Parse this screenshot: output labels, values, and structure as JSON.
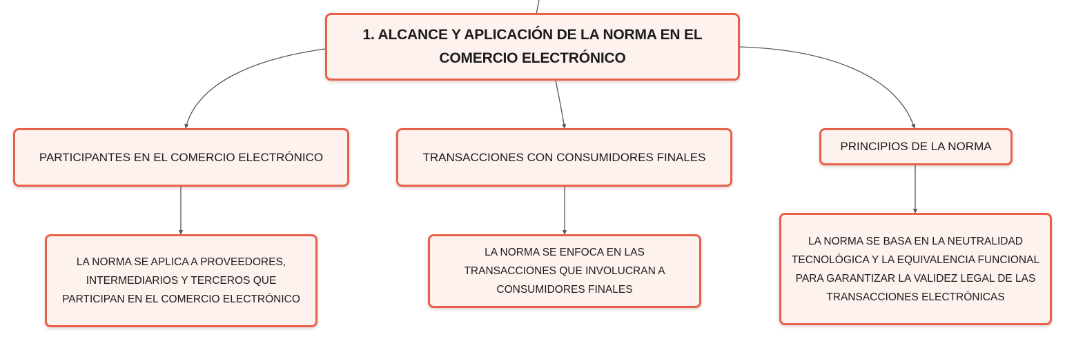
{
  "diagram": {
    "root": {
      "label": "1. ALCANCE Y APLICACIÓN DE LA NORMA EN EL COMERCIO ELECTRÓNICO"
    },
    "branches": [
      {
        "label": "PARTICIPANTES EN EL COMERCIO ELECTRÓNICO",
        "child": "LA NORMA SE APLICA A PROVEEDORES, INTERMEDIARIOS Y TERCEROS QUE PARTICIPAN EN EL COMERCIO ELECTRÓNICO"
      },
      {
        "label": "TRANSACCIONES CON CONSUMIDORES FINALES",
        "child": "LA NORMA SE ENFOCA EN LAS TRANSACCIONES QUE INVOLUCRAN A CONSUMIDORES FINALES"
      },
      {
        "label": "PRINCIPIOS DE LA NORMA",
        "child": "LA NORMA SE BASA EN LA NEUTRALIDAD TECNOLÓGICA Y LA EQUIVALENCIA FUNCIONAL PARA GARANTIZAR LA VALIDEZ LEGAL DE LAS TRANSACCIONES ELECTRÓNICAS"
      }
    ],
    "colors": {
      "node_fill": "#fef2ee",
      "node_border": "#e8604c",
      "connector": "#555555",
      "text": "#1b1b1b"
    }
  }
}
